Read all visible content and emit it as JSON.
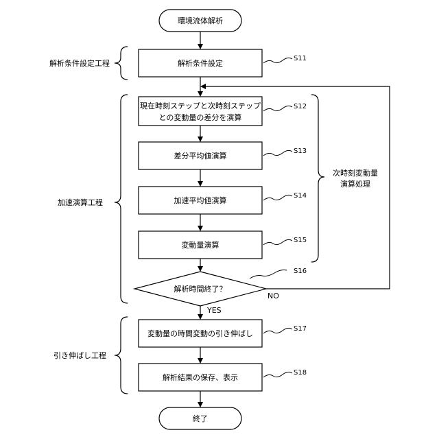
{
  "start": {
    "label": "環境流体解析"
  },
  "end": {
    "label": "終了"
  },
  "steps": [
    {
      "id": "S11",
      "lines": [
        "解析条件設定"
      ]
    },
    {
      "id": "S12",
      "lines": [
        "現在時刻ステップと次時刻ステップ",
        "との変動量の差分を演算"
      ]
    },
    {
      "id": "S13",
      "lines": [
        "差分平均値演算"
      ]
    },
    {
      "id": "S14",
      "lines": [
        "加速平均値演算"
      ]
    },
    {
      "id": "S15",
      "lines": [
        "変動量演算"
      ]
    },
    {
      "id": "S17",
      "lines": [
        "変動量の時間変動の引き伸ばし"
      ]
    },
    {
      "id": "S18",
      "lines": [
        "解析結果の保存、表示"
      ]
    }
  ],
  "decision": {
    "id": "S16",
    "label": "解析時間終了？",
    "yes": "YES",
    "no": "NO"
  },
  "phases": {
    "analysis_setup": "解析条件設定工程",
    "acceleration": "加速演算工程",
    "stretch": "引き伸ばし工程",
    "next_time_change": [
      "次時刻変動量",
      "演算処理"
    ]
  }
}
